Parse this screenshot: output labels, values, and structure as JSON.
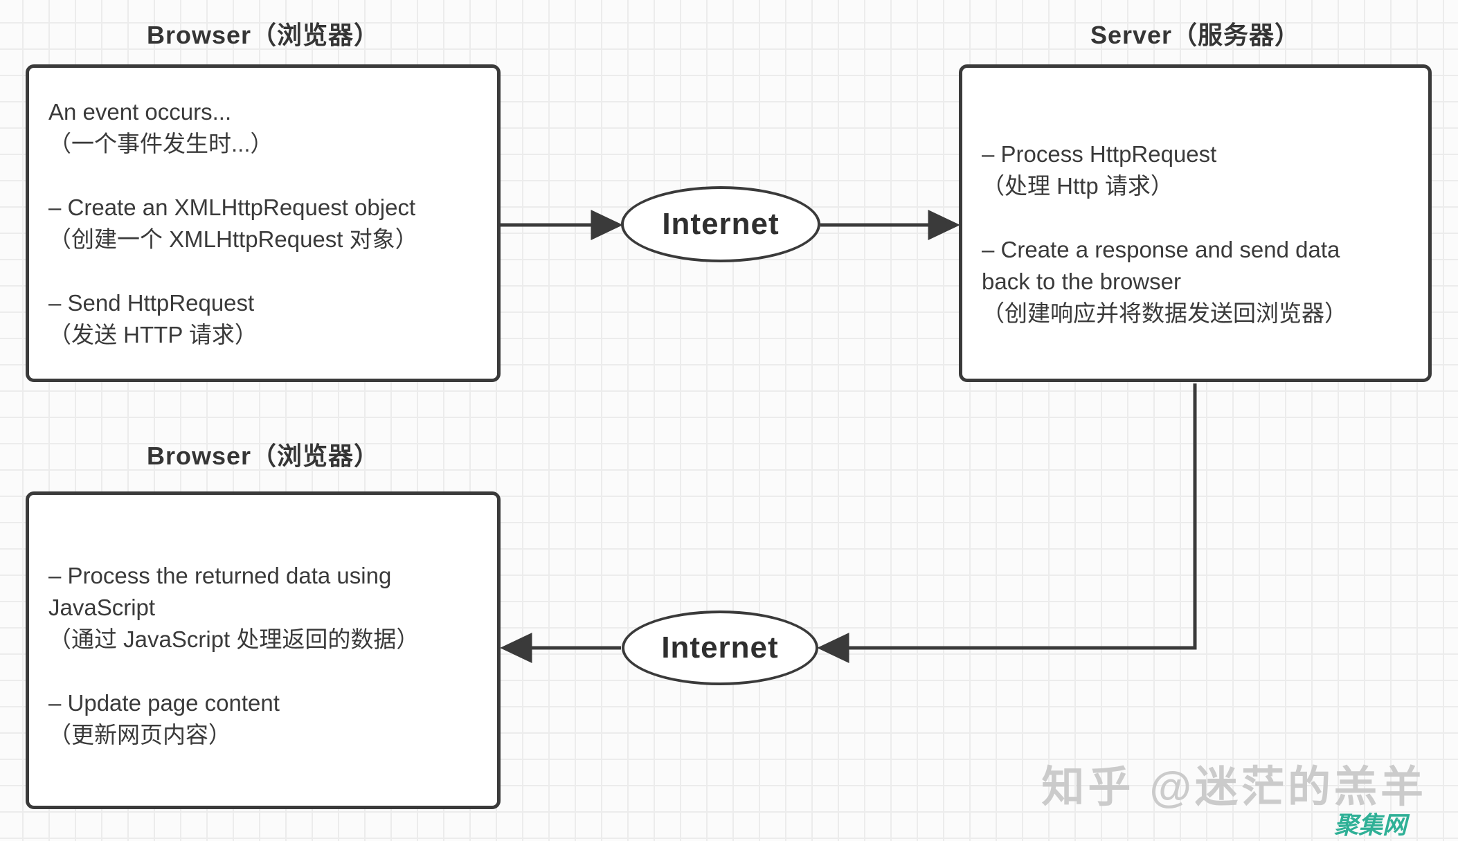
{
  "colors": {
    "stroke": "#3a3a3a",
    "box_fill": "#ffffff",
    "background": "#fbfbfb",
    "grid_line": "#ececec",
    "watermark_gray": "#c9c9c9",
    "watermark_teal": "#2fb096"
  },
  "nodes": {
    "browser_top": {
      "title": "Browser（浏览器）",
      "lines": [
        "An event occurs...",
        "（一个事件发生时...）",
        "",
        "– Create an XMLHttpRequest object",
        "（创建一个 XMLHttpRequest 对象）",
        "",
        "– Send HttpRequest",
        "（发送 HTTP 请求）"
      ]
    },
    "server": {
      "title": "Server（服务器）",
      "lines": [
        "– Process HttpRequest",
        "（处理 Http 请求）",
        "",
        "– Create a response and send data",
        "back to the browser",
        "（创建响应并将数据发送回浏览器）"
      ]
    },
    "browser_bottom": {
      "title": "Browser（浏览器）",
      "lines": [
        "– Process the returned data using",
        "JavaScript",
        "（通过 JavaScript 处理返回的数据）",
        "",
        "– Update page content",
        "（更新网页内容）"
      ]
    },
    "internet_top": {
      "label": "Internet"
    },
    "internet_bottom": {
      "label": "Internet"
    }
  },
  "watermarks": {
    "author": "知乎 @迷茫的羔羊",
    "site": "聚集网"
  }
}
